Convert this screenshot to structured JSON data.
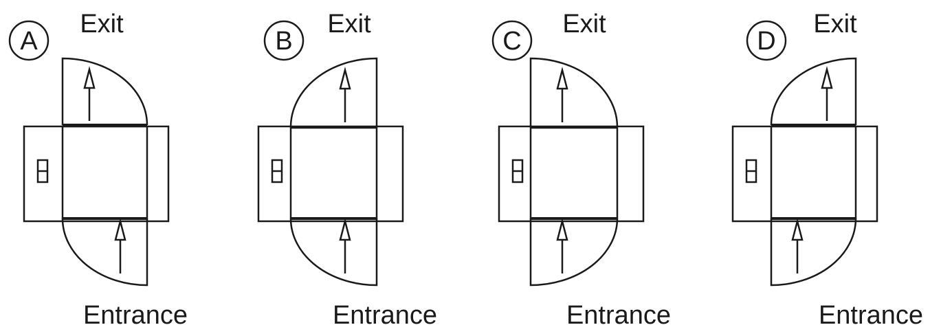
{
  "panels": [
    {
      "letter": "A",
      "exit_label": "Exit",
      "entrance_label": "Entrance",
      "exit_wing": "right",
      "entrance_wing": "left"
    },
    {
      "letter": "B",
      "exit_label": "Exit",
      "entrance_label": "Entrance",
      "exit_wing": "left",
      "entrance_wing": "left"
    },
    {
      "letter": "C",
      "exit_label": "Exit",
      "entrance_label": "Entrance",
      "exit_wing": "right",
      "entrance_wing": "right"
    },
    {
      "letter": "D",
      "exit_label": "Exit",
      "entrance_label": "Entrance",
      "exit_wing": "left",
      "entrance_wing": "right"
    }
  ],
  "colors": {
    "stroke": "#1a1a1a",
    "background": "#ffffff"
  }
}
